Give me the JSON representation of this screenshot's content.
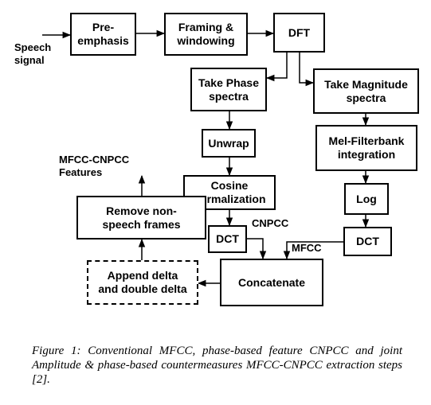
{
  "diagram": {
    "boxes": {
      "pre_emphasis": "Pre-\nemphasis",
      "framing": "Framing &\nwindowing",
      "dft": "DFT",
      "phase_spectra": "Take Phase\nspectra",
      "magnitude_spectra": "Take Magnitude\nspectra",
      "unwrap": "Unwrap",
      "mel_filterbank": "Mel-Filterbank\nintegration",
      "cosine_norm": "Cosine\nnormalization",
      "log": "Log",
      "dct_left": "DCT",
      "dct_right": "DCT",
      "remove_nonspeech": "Remove non-\nspeech frames",
      "concatenate": "Concatenate",
      "append_delta": "Append delta\nand double delta"
    },
    "labels": {
      "speech_signal": "Speech\nsignal",
      "features_out": "MFCC-CNPCC\nFeatures",
      "cnpcc": "CNPCC",
      "mfcc": "MFCC"
    }
  },
  "caption": "Figure 1: Conventional MFCC, phase-based feature CNPCC and joint Amplitude & phase-based countermeasures MFCC-CNPCC extraction steps [2]."
}
